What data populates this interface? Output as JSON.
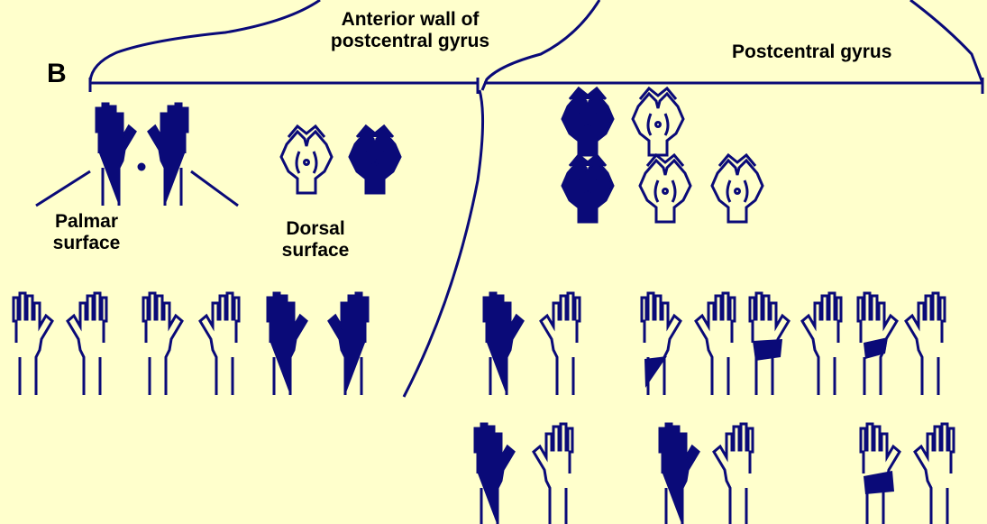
{
  "figure": {
    "panel_letter": "B",
    "region_anterior": [
      "Anterior wall of",
      "postcentral gyrus"
    ],
    "region_postcentral": "Postcentral gyrus",
    "label_palmar": [
      "Palmar",
      "surface"
    ],
    "label_dorsal": [
      "Dorsal",
      "surface"
    ]
  },
  "colors": {
    "background": "#ffffcc",
    "ink": "#0a0a78",
    "text": "#000000"
  },
  "icons": [
    "hand-pair-icon",
    "hand-dorsal-pair-icon"
  ]
}
